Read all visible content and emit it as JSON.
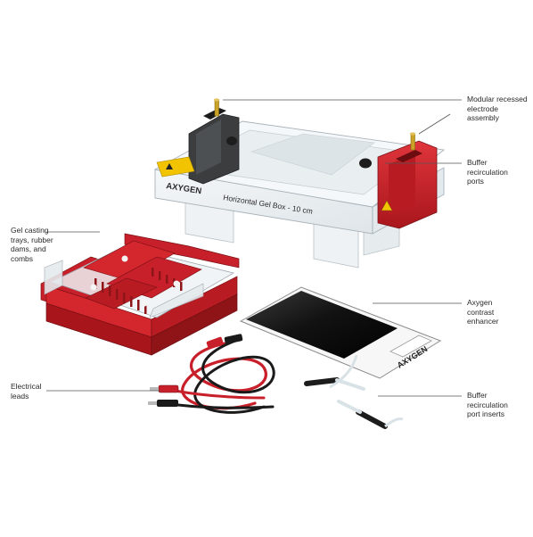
{
  "callouts": {
    "modular_electrode": "Modular recessed\nelectrode\nassembly",
    "buffer_ports": "Buffer\nrecirculation\nports",
    "gel_casting": "Gel casting\ntrays, rubber\ndams, and\ncombs",
    "contrast_enhancer": "Axygen\ncontrast\nenhancer",
    "electrical_leads": "Electrical\nleads",
    "port_inserts": "Buffer\nrecirculation\nport inserts"
  },
  "product": {
    "brand": "AXYGEN",
    "box_label": "Horizontal Gel Box - 10 cm"
  },
  "colors": {
    "accent_red": "#c8202a",
    "dark_red": "#8e1418",
    "warning_yellow": "#f2c300",
    "electrode_gold": "#c9a227",
    "plate_black": "#151515"
  }
}
